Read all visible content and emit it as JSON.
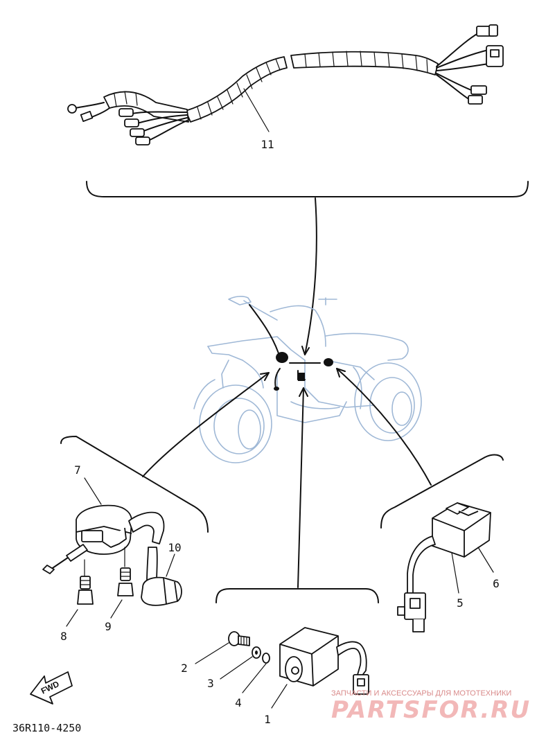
{
  "callouts": {
    "p1": "1",
    "p2": "2",
    "p3": "3",
    "p4": "4",
    "p5": "5",
    "p6": "6",
    "p7": "7",
    "p8": "8",
    "p9": "9",
    "p10": "10",
    "p11": "11"
  },
  "fwd_label": "FWD",
  "diagram_code": "36R110-4250",
  "watermark": {
    "tagline": "ЗАПЧАСТИ И АКСЕССУАРЫ ДЛЯ МОТОТЕХНИКИ",
    "logo": "PARTSFOR.RU"
  },
  "colors": {
    "lines": "#111111",
    "vehicle_outline": "#9fb8d6",
    "watermark": "#f2b8b8"
  }
}
